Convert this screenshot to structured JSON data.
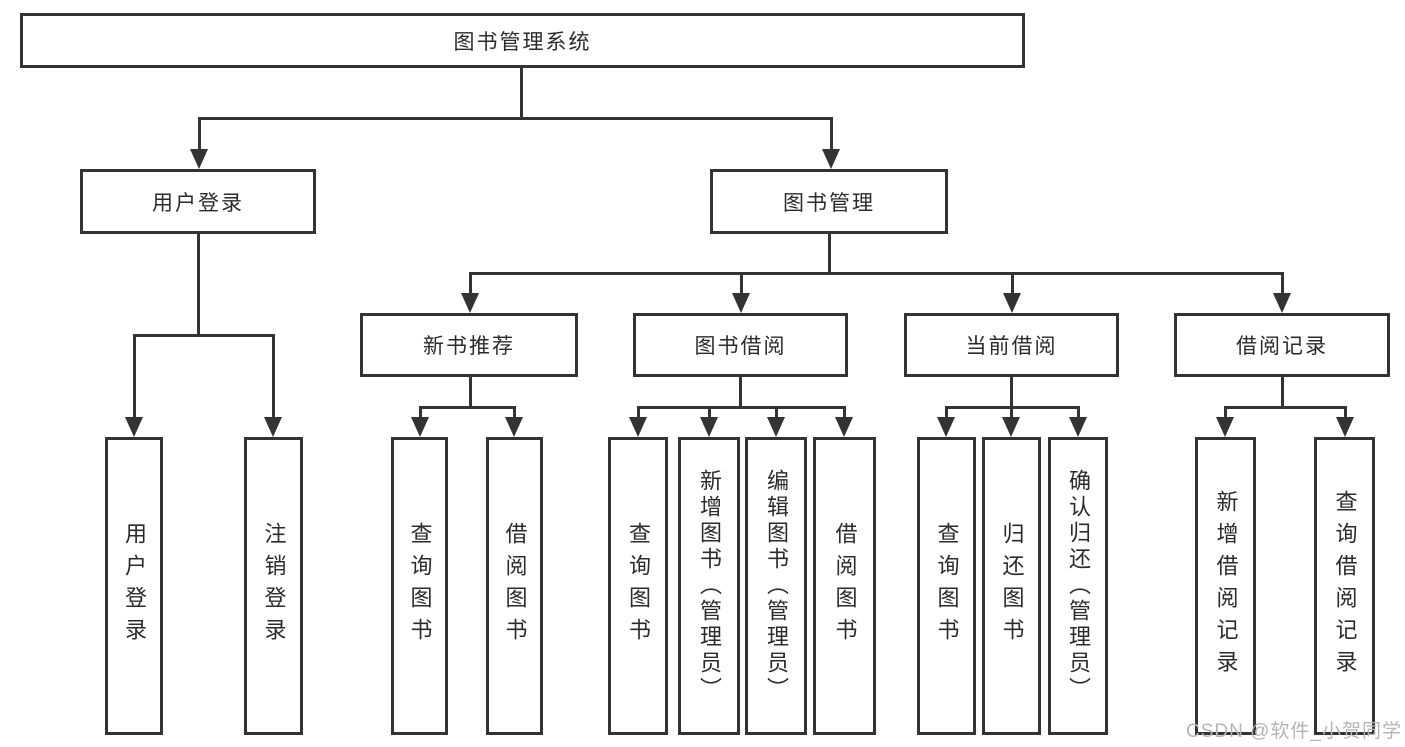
{
  "diagram": {
    "root": {
      "label": "图书管理系统"
    },
    "level2": [
      {
        "label": "用户登录"
      },
      {
        "label": "图书管理"
      }
    ],
    "level3": [
      {
        "label": "新书推荐"
      },
      {
        "label": "图书借阅"
      },
      {
        "label": "当前借阅"
      },
      {
        "label": "借阅记录"
      }
    ],
    "leaves": {
      "user_login": [
        "用户登录",
        "注销登录"
      ],
      "new_book": [
        "查询图书",
        "借阅图书"
      ],
      "book_borrow": [
        "查询图书",
        "新增图书（管理员）",
        "编辑图书（管理员）",
        "借阅图书"
      ],
      "current_borrow": [
        "查询图书",
        "归还图书",
        "确认归还（管理员）"
      ],
      "records": [
        "新增借阅记录",
        "查询借阅记录"
      ]
    }
  },
  "watermark": {
    "text": "CSDN @软件_小贺同学"
  },
  "colors": {
    "line": "#333333",
    "text": "#2b2b2b",
    "background": "#ffffff",
    "watermark": "#b5b5b5"
  }
}
